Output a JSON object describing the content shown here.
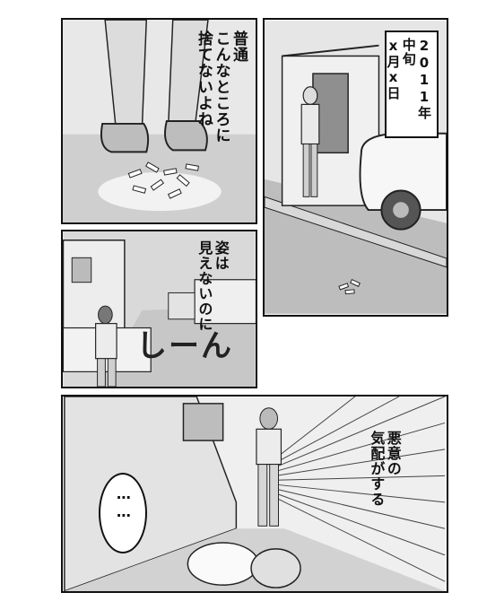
{
  "panels": [
    {
      "id": "feet",
      "dialogue": [
        "普通",
        "こんなところに",
        "捨てないよね"
      ]
    },
    {
      "id": "house",
      "caption": [
        "2011年",
        "中旬",
        "x月x日"
      ]
    },
    {
      "id": "street",
      "dialogue": [
        "姿は",
        "見えないのに"
      ],
      "sfx": "しーん"
    },
    {
      "id": "alley",
      "dialogue": [
        "悪意の",
        "気配がする"
      ],
      "bubble": "……"
    }
  ]
}
